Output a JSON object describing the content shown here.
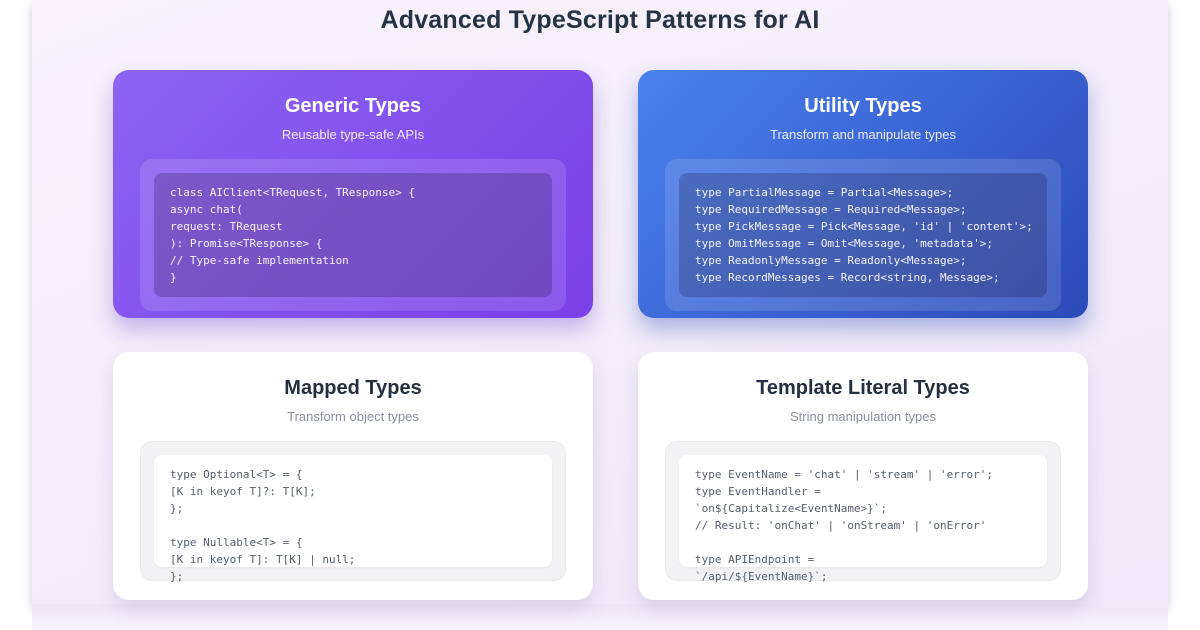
{
  "page": {
    "title": "Advanced TypeScript Patterns for AI"
  },
  "colors": {
    "background": "#f3edfa",
    "title_text": "#263245",
    "purple_gradient_start": "#8d63f3",
    "purple_gradient_end": "#7b3fe8",
    "blue_gradient_start": "#4a82f0",
    "blue_gradient_end": "#2b4ab8",
    "light_card_bg": "#ffffff"
  },
  "cards": [
    {
      "title": "Generic Types",
      "subtitle": "Reusable type-safe APIs",
      "code": "class AIClient<TRequest, TResponse> {\nasync chat(\nrequest: TRequest\n): Promise<TResponse> {\n// Type-safe implementation\n}"
    },
    {
      "title": "Utility Types",
      "subtitle": "Transform and manipulate types",
      "code": "type PartialMessage = Partial<Message>;\ntype RequiredMessage = Required<Message>;\ntype PickMessage = Pick<Message, 'id' | 'content'>;\ntype OmitMessage = Omit<Message, 'metadata'>;\ntype ReadonlyMessage = Readonly<Message>;\ntype RecordMessages = Record<string, Message>;"
    },
    {
      "title": "Mapped Types",
      "subtitle": "Transform object types",
      "code": "type Optional<T> = {\n[K in keyof T]?: T[K];\n};\n\ntype Nullable<T> = {\n[K in keyof T]: T[K] | null;\n};"
    },
    {
      "title": "Template Literal Types",
      "subtitle": "String manipulation types",
      "code": "type EventName = 'chat' | 'stream' | 'error';\ntype EventHandler =\n`on${Capitalize<EventName>}`;\n// Result: 'onChat' | 'onStream' | 'onError'\n\ntype APIEndpoint =\n`/api/${EventName}`;"
    }
  ]
}
